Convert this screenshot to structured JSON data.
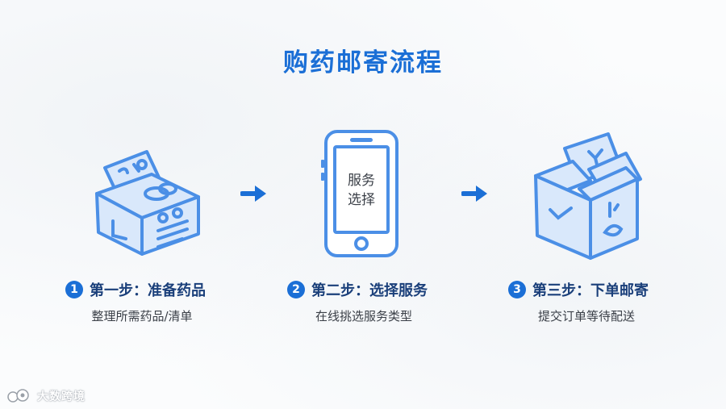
{
  "title": "购药邮寄流程",
  "colors": {
    "primary": "#1b6fd6",
    "outline": "#4b8fe6",
    "fill": "#d9e8fb",
    "heading": "#1a3f7a"
  },
  "steps": [
    {
      "number": "1",
      "heading": "第一步：准备药品",
      "description": "整理所需药品/清单",
      "icon": "medicine-box-icon"
    },
    {
      "number": "2",
      "heading": "第二步：选择服务",
      "description": "在线挑选服务类型",
      "icon": "smartphone-icon",
      "screen_text_line1": "服务",
      "screen_text_line2": "选择"
    },
    {
      "number": "3",
      "heading": "第三步：下单邮寄",
      "description": "提交订单等待配送",
      "icon": "parcel-box-icon"
    }
  ],
  "arrows": [
    "arrow-right-icon",
    "arrow-right-icon"
  ],
  "watermark": {
    "text": "大数跨境",
    "logo": "brand-logo-icon"
  }
}
